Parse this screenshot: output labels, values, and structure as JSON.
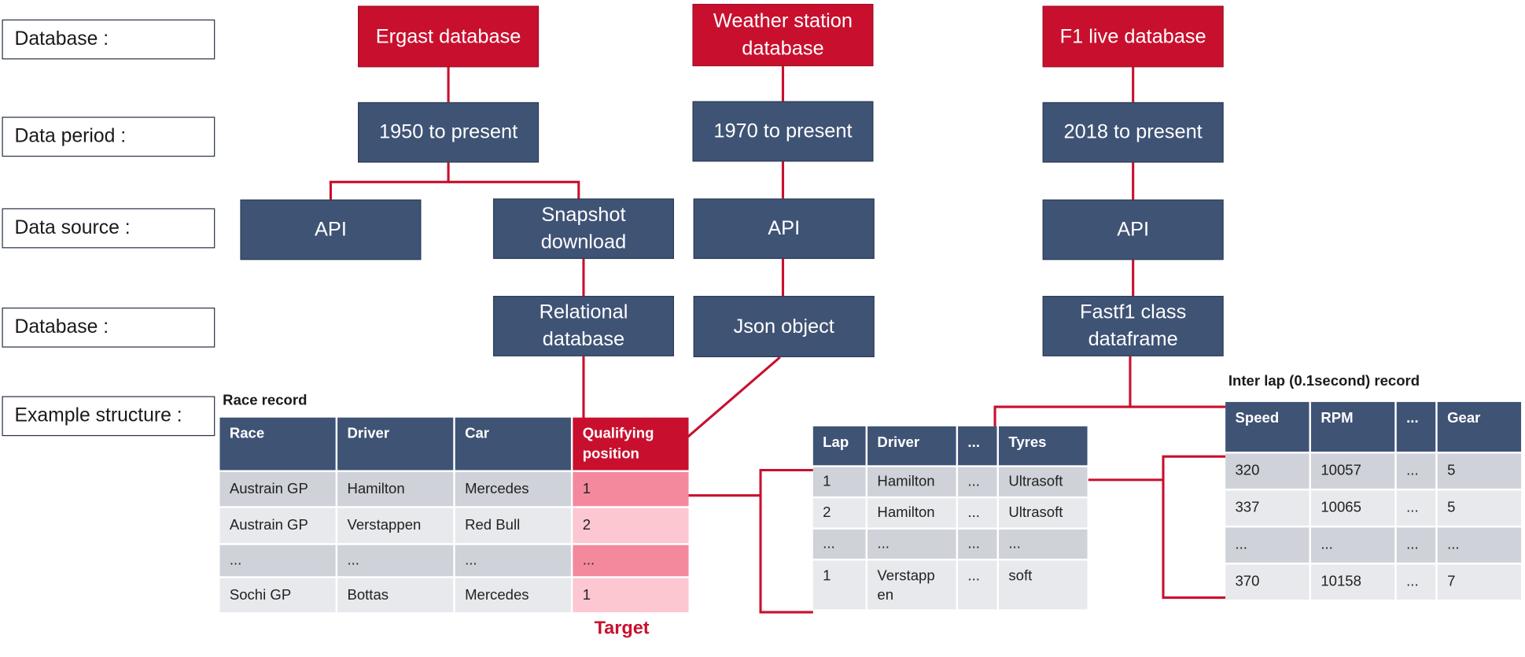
{
  "row_labels": [
    "Database :",
    "Data period :",
    "Data source :",
    "Database :",
    "Example structure :"
  ],
  "columns": {
    "ergast": {
      "database": "Ergast database",
      "period": "1950 to present",
      "sources": [
        "API",
        "Snapshot\ndownload"
      ],
      "storage": "Relational\ndatabase"
    },
    "weather": {
      "database": "Weather station\ndatabase",
      "period": "1970 to present",
      "source": "API",
      "storage": "Json object"
    },
    "f1live": {
      "database": "F1 live database",
      "period": "2018 to present",
      "source": "API",
      "storage": "Fastf1 class\ndataframe"
    }
  },
  "race_record": {
    "caption": "Race record",
    "headers": [
      "Race",
      "Driver",
      "Car",
      "Qualifying\nposition"
    ],
    "rows": [
      [
        "Austrain GP",
        "Hamilton",
        "Mercedes",
        "1"
      ],
      [
        "Austrain GP",
        "Verstappen",
        "Red Bull",
        "2"
      ],
      [
        "...",
        "...",
        "...",
        "..."
      ],
      [
        "Sochi GP",
        "Bottas",
        "Mercedes",
        "1"
      ]
    ],
    "target_label": "Target"
  },
  "lap_record": {
    "headers": [
      "Lap",
      "Driver",
      "...",
      "Tyres"
    ],
    "rows": [
      [
        "1",
        "Hamilton",
        "...",
        "Ultrasoft"
      ],
      [
        "2",
        "Hamilton",
        "...",
        "Ultrasoft"
      ],
      [
        "...",
        "...",
        "...",
        "..."
      ],
      [
        "1",
        "Verstapp\nen",
        "...",
        "soft"
      ]
    ]
  },
  "interlap_record": {
    "caption": "Inter lap (0.1second) record",
    "headers": [
      "Speed",
      "RPM",
      "...",
      "Gear"
    ],
    "rows": [
      [
        "320",
        "10057",
        "...",
        "5"
      ],
      [
        "337",
        "10065",
        "...",
        "5"
      ],
      [
        "...",
        "...",
        "...",
        "..."
      ],
      [
        "370",
        "10158",
        "...",
        "7"
      ]
    ]
  },
  "colors": {
    "navy": "#3f5375",
    "red": "#c8102e",
    "pink_dark": "#f4899e",
    "pink_light": "#fcc7d1"
  }
}
